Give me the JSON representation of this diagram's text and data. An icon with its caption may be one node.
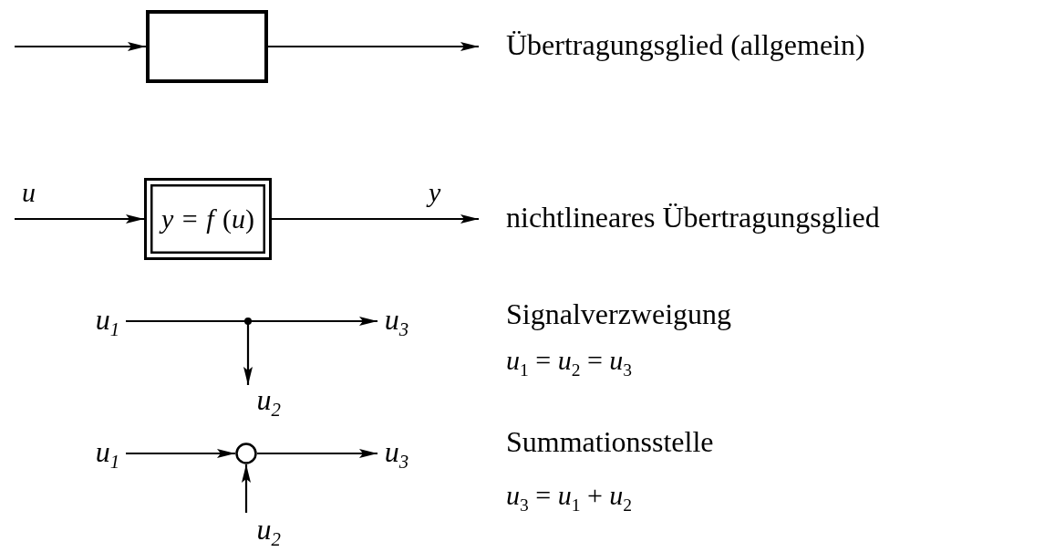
{
  "diagram": {
    "nodes": [
      {
        "text": [],
        "shape": "box"
      },
      {
        "text": [
          "*y* = *f* (*u*)"
        ]
      },
      {
        "text": [
          "u$_{1}$"
        ]
      },
      {
        "text": [
          "u$_{3}$"
        ]
      },
      {
        "text": [
          "u$_{2}$"
        ]
      },
      {
        "text": [
          "u$_{1}$"
        ]
      },
      {
        "text": [],
        "shape": "circle"
      },
      {
        "text": [
          "u$_{3}$"
        ]
      },
      {
        "text": [
          "u$_{2}$"
        ]
      }
    ],
    "edges": [
      {
        "from": null,
        "to": 0,
        "arrow": "to"
      },
      {
        "from": 0,
        "to": null,
        "arrow": "to"
      },
      {
        "from": null,
        "to": 1,
        "arrow": "to",
        "label": "u"
      },
      {
        "from": 1,
        "to": null,
        "arrow": "to",
        "label": "y"
      },
      {
        "from": 2,
        "to": 3,
        "arrow": "to"
      },
      {
        "from": 2,
        "to": 4,
        "arrow": "to"
      },
      {
        "from": 5,
        "to": 6,
        "arrow": "to"
      },
      {
        "from": 6,
        "to": 7,
        "arrow": "to"
      },
      {
        "from": 8,
        "to": 6,
        "arrow": "to"
      }
    ],
    "labels": [
      "Übertragungsglied (allgemein)",
      "nichtlineares Übertragungsglied",
      "Signalverzweigung",
      "*u*$_{1}$ = *u*$_{2}$ = *u*$_{3}$",
      "Summationsstelle",
      "*u*$_{3}$ = *u*$_{1}$ + *u*$_{2}$"
    ]
  }
}
